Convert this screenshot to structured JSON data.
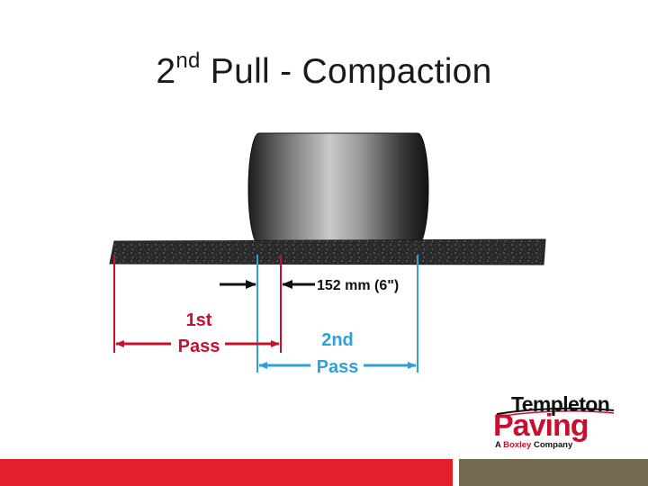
{
  "slide": {
    "title_number": "2",
    "title_sup": "nd",
    "title_rest": " Pull - Compaction"
  },
  "diagram": {
    "overlap_label": "152 mm (6\")",
    "first_pass_label_1": "1st",
    "first_pass_label_2": "Pass",
    "second_pass_label_1": "2nd",
    "second_pass_label_2": "Pass"
  },
  "colors": {
    "first_pass": "#c8102e",
    "second_pass": "#2ea1da",
    "asphalt": "#262626",
    "footer_red": "#e2202c",
    "footer_olive": "#716a4f"
  },
  "logo": {
    "templeton": "Templeton",
    "paving": "Paving",
    "tag_prefix": "A ",
    "tag_brand": "Boxley",
    "tag_suffix": " Company"
  }
}
